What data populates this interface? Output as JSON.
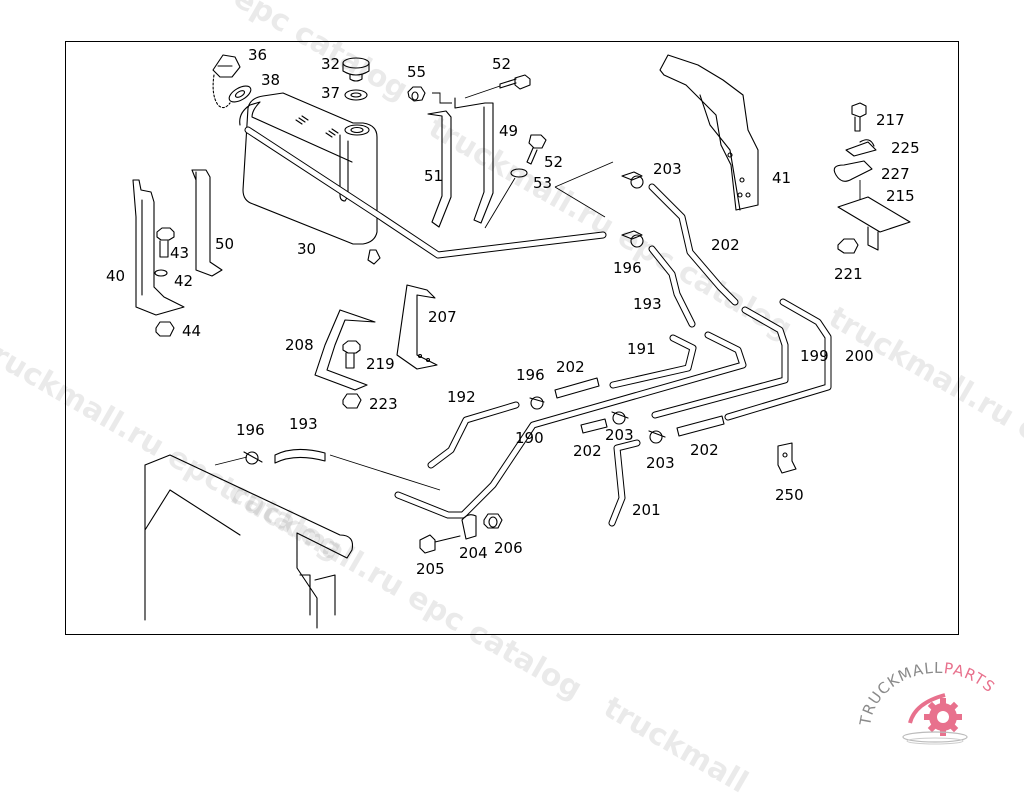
{
  "diagram": {
    "title": "Coolant expansion tank and lines",
    "callouts": [
      {
        "id": "c36",
        "label": "36"
      },
      {
        "id": "c38",
        "label": "38"
      },
      {
        "id": "c32",
        "label": "32"
      },
      {
        "id": "c37",
        "label": "37"
      },
      {
        "id": "c55",
        "label": "55"
      },
      {
        "id": "c52a",
        "label": "52"
      },
      {
        "id": "c49",
        "label": "49"
      },
      {
        "id": "c52b",
        "label": "52"
      },
      {
        "id": "c53",
        "label": "53"
      },
      {
        "id": "c51",
        "label": "51"
      },
      {
        "id": "c203a",
        "label": "203"
      },
      {
        "id": "c41",
        "label": "41"
      },
      {
        "id": "c217",
        "label": "217"
      },
      {
        "id": "c225",
        "label": "225"
      },
      {
        "id": "c227",
        "label": "227"
      },
      {
        "id": "c215",
        "label": "215"
      },
      {
        "id": "c221",
        "label": "221"
      },
      {
        "id": "c202a",
        "label": "202"
      },
      {
        "id": "c196a",
        "label": "196"
      },
      {
        "id": "c193a",
        "label": "193"
      },
      {
        "id": "c199",
        "label": "199"
      },
      {
        "id": "c200",
        "label": "200"
      },
      {
        "id": "c30",
        "label": "30"
      },
      {
        "id": "c50",
        "label": "50"
      },
      {
        "id": "c43",
        "label": "43"
      },
      {
        "id": "c42",
        "label": "42"
      },
      {
        "id": "c40",
        "label": "40"
      },
      {
        "id": "c44",
        "label": "44"
      },
      {
        "id": "c207",
        "label": "207"
      },
      {
        "id": "c208",
        "label": "208"
      },
      {
        "id": "c219",
        "label": "219"
      },
      {
        "id": "c223",
        "label": "223"
      },
      {
        "id": "c191",
        "label": "191"
      },
      {
        "id": "c202b",
        "label": "202"
      },
      {
        "id": "c196b",
        "label": "196"
      },
      {
        "id": "c192",
        "label": "192"
      },
      {
        "id": "c190",
        "label": "190"
      },
      {
        "id": "c203b",
        "label": "203"
      },
      {
        "id": "c202c",
        "label": "202"
      },
      {
        "id": "c203c",
        "label": "203"
      },
      {
        "id": "c202d",
        "label": "202"
      },
      {
        "id": "c201",
        "label": "201"
      },
      {
        "id": "c250",
        "label": "250"
      },
      {
        "id": "c196c",
        "label": "196"
      },
      {
        "id": "c193b",
        "label": "193"
      },
      {
        "id": "c205",
        "label": "205"
      },
      {
        "id": "c204",
        "label": "204"
      },
      {
        "id": "c206",
        "label": "206"
      }
    ]
  },
  "watermarks": {
    "text_a": "truckmall.ru epc catalog",
    "text_b": "epc catalog",
    "text_c": "truckmall.ru e",
    "text_d": "truckmall.ru epc catalog",
    "text_e": "truckmall",
    "text_f": "truckmall.ru epc catalog"
  },
  "logo": {
    "text_gray": "TRUCKMALL",
    "text_pink": "PARTS",
    "color_pink": "#e8718d",
    "color_gray": "#8a8a8a"
  }
}
